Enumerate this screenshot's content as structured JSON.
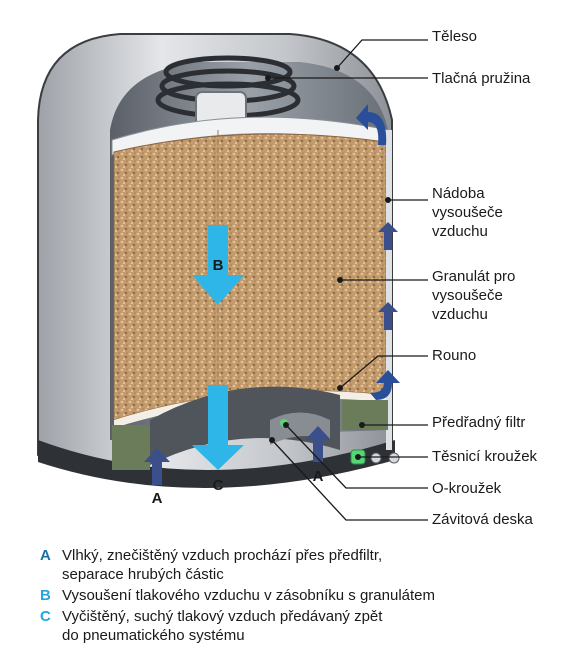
{
  "colors": {
    "shell": "#c9ccd0",
    "shell_dark": "#2e3136",
    "granulate": "#b98c5f",
    "arrow_cyan": "#2fb6e8",
    "arrow_blue": "#3b4f8a",
    "seal_green": "#58d676",
    "prefilter": "#6b7c5a",
    "legend_a": "#1f6ea8",
    "legend_b": "#27a6dd",
    "legend_c": "#27a6dd"
  },
  "labels": {
    "teleso": "Těleso",
    "pruzina": "Tlačná pružina",
    "nadoba": "Nádoba\nvysoušeče\nvzduchu",
    "granulat": "Granulát pro\nvysoušeče\nvzduchu",
    "rouno": "Rouno",
    "predfiltr": "Předřadný filtr",
    "tesnici": "Těsnicí kroužek",
    "okrouzek": "O-kroužek",
    "deska": "Závitová deska"
  },
  "markers": {
    "a_left": "A",
    "a_right": "A",
    "b": "B",
    "c": "C"
  },
  "legend": [
    {
      "letter": "A",
      "text": "Vlhký, znečištěný vzduch prochází přes předfiltr,\nseparace hrubých částic"
    },
    {
      "letter": "B",
      "text": "Vysoušení tlakového vzduchu v zásobníku s granulátem"
    },
    {
      "letter": "C",
      "text": "Vyčištěný, suchý tlakový vzduch předávaný zpět\ndo pneumatického systému"
    }
  ]
}
